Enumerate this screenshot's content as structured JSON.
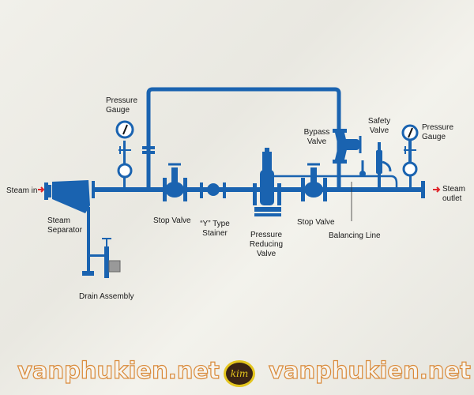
{
  "labels": {
    "steam_in": "Steam in",
    "steam_separator": "Steam Separator",
    "drain_assembly": "Drain Assembly",
    "pressure_gauge_left": "Pressure Gauge",
    "stop_valve_1": "Stop Valve",
    "y_strainer": "“Y” Type Stainer",
    "prv": "Pressure Reducing Valve",
    "stop_valve_2": "Stop Valve",
    "balancing_line": "Balancing Line",
    "bypass_valve": "Bypass Valve",
    "safety_valve": "Safety Valve",
    "pressure_gauge_right": "Pressure Gauge",
    "steam_outlet": "Steam outlet"
  },
  "watermark": {
    "left": "vanphukien.net",
    "right": "vanphukien.net",
    "logo": "kim"
  },
  "colors": {
    "pipe": "#1a63b0",
    "arrow": "#e0262b"
  }
}
